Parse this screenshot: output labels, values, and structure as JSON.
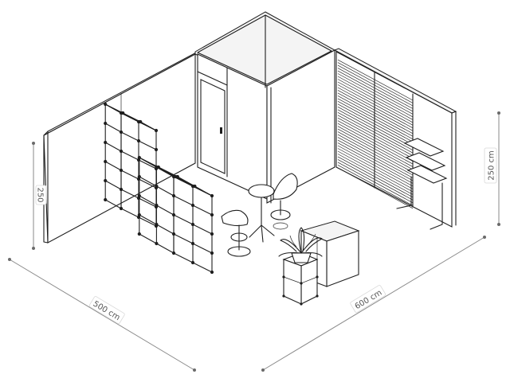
{
  "dimensions": {
    "depth_left": "500 cm",
    "width_right": "600 cm",
    "height_right": "250 cm",
    "height_left": "250"
  },
  "colors": {
    "line": "#1e1e1e",
    "dimension": "#8a8a8a",
    "background": "#ffffff"
  },
  "objects": [
    "back-left-wall",
    "back-right-wall",
    "storage-room",
    "door",
    "slatwall-panel",
    "wall-shelves",
    "cube-shelf-tall",
    "cube-shelf-large",
    "bar-table",
    "chairs",
    "display-plinth",
    "potted-plant",
    "counter-cabinet"
  ]
}
